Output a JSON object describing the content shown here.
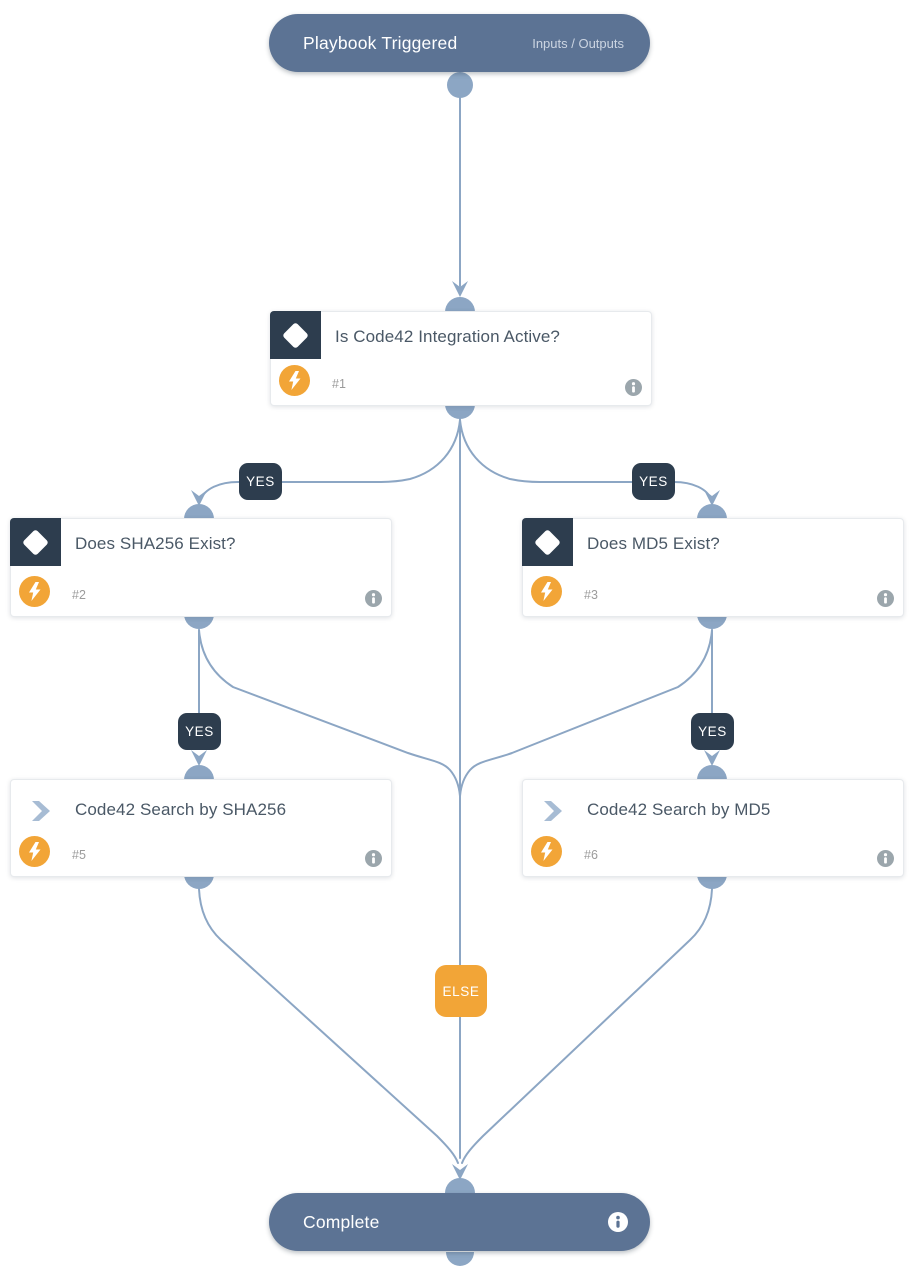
{
  "diagram": {
    "type": "playbook-flowchart",
    "start": {
      "title": "Playbook Triggered",
      "io_link": "Inputs / Outputs"
    },
    "end": {
      "title": "Complete"
    },
    "nodes": {
      "n1": {
        "id": "#1",
        "title": "Is Code42 Integration Active?",
        "kind": "condition"
      },
      "n2": {
        "id": "#2",
        "title": "Does SHA256 Exist?",
        "kind": "condition"
      },
      "n3": {
        "id": "#3",
        "title": "Does MD5 Exist?",
        "kind": "condition"
      },
      "n5": {
        "id": "#5",
        "title": "Code42 Search by SHA256",
        "kind": "task"
      },
      "n6": {
        "id": "#6",
        "title": "Code42 Search by MD5",
        "kind": "task"
      }
    },
    "labels": {
      "yes": "YES",
      "else": "ELSE"
    },
    "edges": [
      {
        "from": "Playbook Triggered",
        "to": "#1",
        "label": ""
      },
      {
        "from": "#1",
        "to": "#2",
        "label": "YES"
      },
      {
        "from": "#1",
        "to": "#3",
        "label": "YES"
      },
      {
        "from": "#1",
        "to": "Complete",
        "label": "ELSE"
      },
      {
        "from": "#2",
        "to": "#5",
        "label": "YES"
      },
      {
        "from": "#2",
        "to": "Complete",
        "label": ""
      },
      {
        "from": "#3",
        "to": "#6",
        "label": "YES"
      },
      {
        "from": "#3",
        "to": "Complete",
        "label": ""
      },
      {
        "from": "#5",
        "to": "Complete",
        "label": ""
      },
      {
        "from": "#6",
        "to": "Complete",
        "label": ""
      }
    ],
    "colors": {
      "edge": "#8ca6c4",
      "badge_dark": "#2d3d4e",
      "badge_orange": "#f2a537",
      "pill": "#5c7394",
      "card_title": "#4a5866",
      "task_id_text": "#9b9b9b",
      "info_icon": "#9ba6ac",
      "task_chevron": "#a7bcd4"
    }
  }
}
